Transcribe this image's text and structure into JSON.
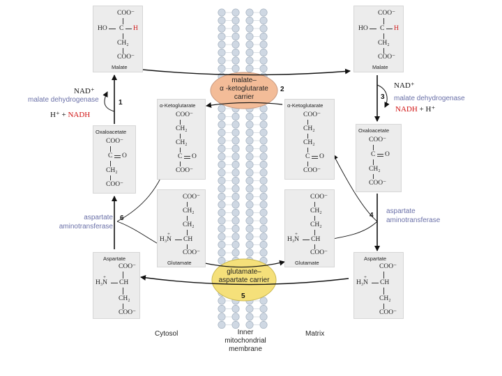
{
  "molecules": {
    "malate": "Malate",
    "oxaloacetate": "Oxaloacetate",
    "aspartate": "Aspartate",
    "ketoglutarate": "α-Ketoglutarate",
    "glutamate": "Glutamate"
  },
  "groups": {
    "coo": "COO⁻",
    "ho": "HO",
    "c": "C",
    "h": "H",
    "ch": "CH",
    "ch2": "CH₂",
    "o": "O",
    "h3n": "H₃N",
    "plus": "+"
  },
  "enzymes": {
    "mdh": "malate dehydrogenase",
    "asat_1": "aspartate",
    "asat_2": "aminotransferase"
  },
  "cofactors": {
    "nad": "NAD⁺",
    "h_plus": "H⁺",
    "nadh": "NADH",
    "plus": "+"
  },
  "carriers": {
    "malate_1": "malate–",
    "malate_2": "α -ketoglutarate",
    "malate_3": "carrier",
    "glu_1": "glutamate–",
    "glu_2": "aspartate carrier"
  },
  "steps": [
    "1",
    "2",
    "3",
    "4",
    "5",
    "6"
  ],
  "captions": {
    "cytosol": "Cytosol",
    "membrane_1": "Inner",
    "membrane_2": "mitochondrial",
    "membrane_3": "membrane",
    "matrix": "Matrix"
  },
  "colors": {
    "malate_carrier": "#f3bc98",
    "glu_carrier": "#f5e07a",
    "lipid_head": "#cfd8e3",
    "enzyme_text": "#6a70a8",
    "highlight": "#d01010"
  }
}
